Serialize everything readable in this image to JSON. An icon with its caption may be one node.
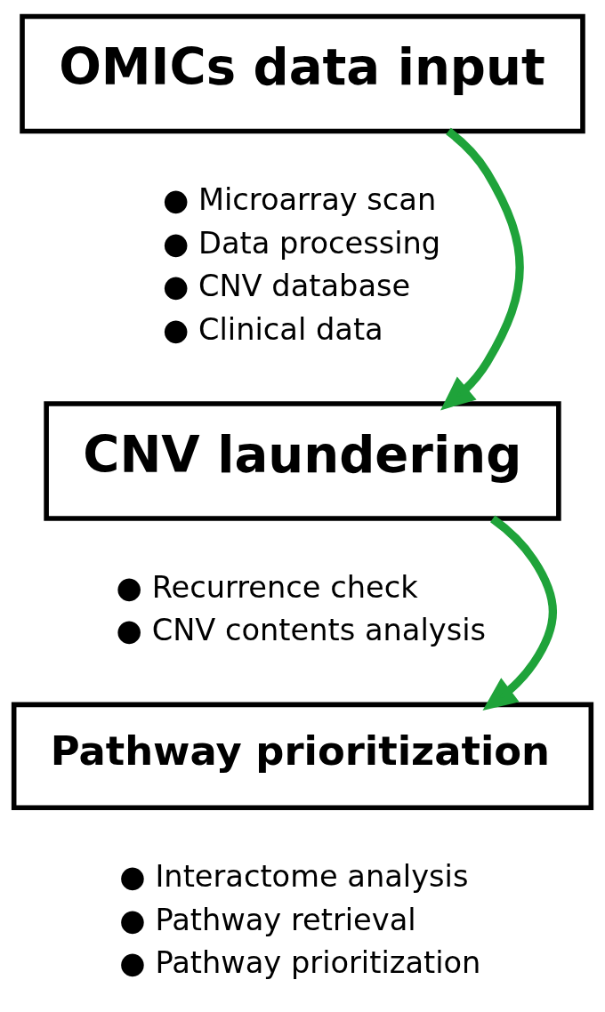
{
  "diagram": {
    "nodes": [
      {
        "text": [
          "OMICs data input"
        ],
        "beside": [
          "● Microarray scan",
          "● Data processing",
          "● CNV database",
          "● Clinical data"
        ]
      },
      {
        "text": [
          "CNV laundering"
        ],
        "beside": [
          "● Recurrence check",
          "● CNV contents analysis"
        ]
      },
      {
        "text": [
          "Pathway prioritization"
        ],
        "beside": [
          "● Interactome analysis",
          "● Pathway retrieval",
          "● Pathway prioritization"
        ]
      }
    ],
    "edges": [
      {
        "from": 0,
        "to": 1,
        "arrow": "to",
        "color": "#1fa33a"
      },
      {
        "from": 1,
        "to": 2,
        "arrow": "to",
        "color": "#1fa33a"
      }
    ]
  }
}
